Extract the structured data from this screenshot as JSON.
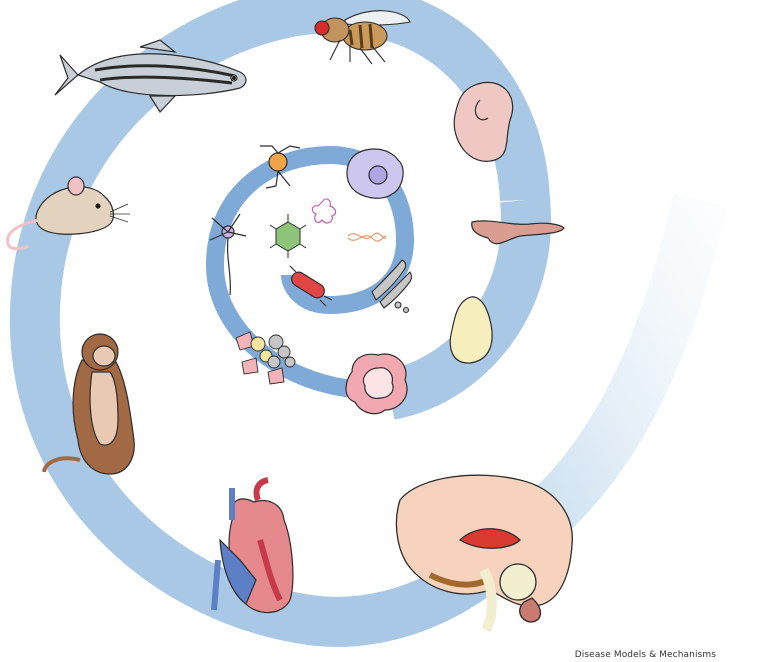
{
  "figure": {
    "credit": "Disease Models & Mechanisms",
    "colors": {
      "spiral": "#a9c8e6",
      "spiral_fade": "#e4f0f8",
      "outline": "#2c2c2c"
    },
    "items": [
      {
        "id": "zebrafish",
        "icon": "zebrafish-icon"
      },
      {
        "id": "fruit-fly",
        "icon": "fruit-fly-icon"
      },
      {
        "id": "embryo",
        "icon": "embryo-icon"
      },
      {
        "id": "pancreas",
        "icon": "pancreas-icon"
      },
      {
        "id": "tooth",
        "icon": "tooth-icon"
      },
      {
        "id": "intestinal-organoid",
        "icon": "organoid-icon"
      },
      {
        "id": "cell-mixture",
        "icon": "cell-culture-icon"
      },
      {
        "id": "neuron",
        "icon": "neuron-icon"
      },
      {
        "id": "astrocyte",
        "icon": "astrocyte-icon"
      },
      {
        "id": "macrophage",
        "icon": "macrophage-icon"
      },
      {
        "id": "golgi",
        "icon": "golgi-icon"
      },
      {
        "id": "virus",
        "icon": "virus-icon"
      },
      {
        "id": "protein",
        "icon": "protein-icon"
      },
      {
        "id": "dna",
        "icon": "dna-icon"
      },
      {
        "id": "bacterium",
        "icon": "bacterium-icon"
      },
      {
        "id": "mouse",
        "icon": "mouse-icon"
      },
      {
        "id": "monkey",
        "icon": "monkey-icon"
      },
      {
        "id": "heart",
        "icon": "heart-icon"
      },
      {
        "id": "brain",
        "icon": "brain-icon"
      }
    ]
  }
}
